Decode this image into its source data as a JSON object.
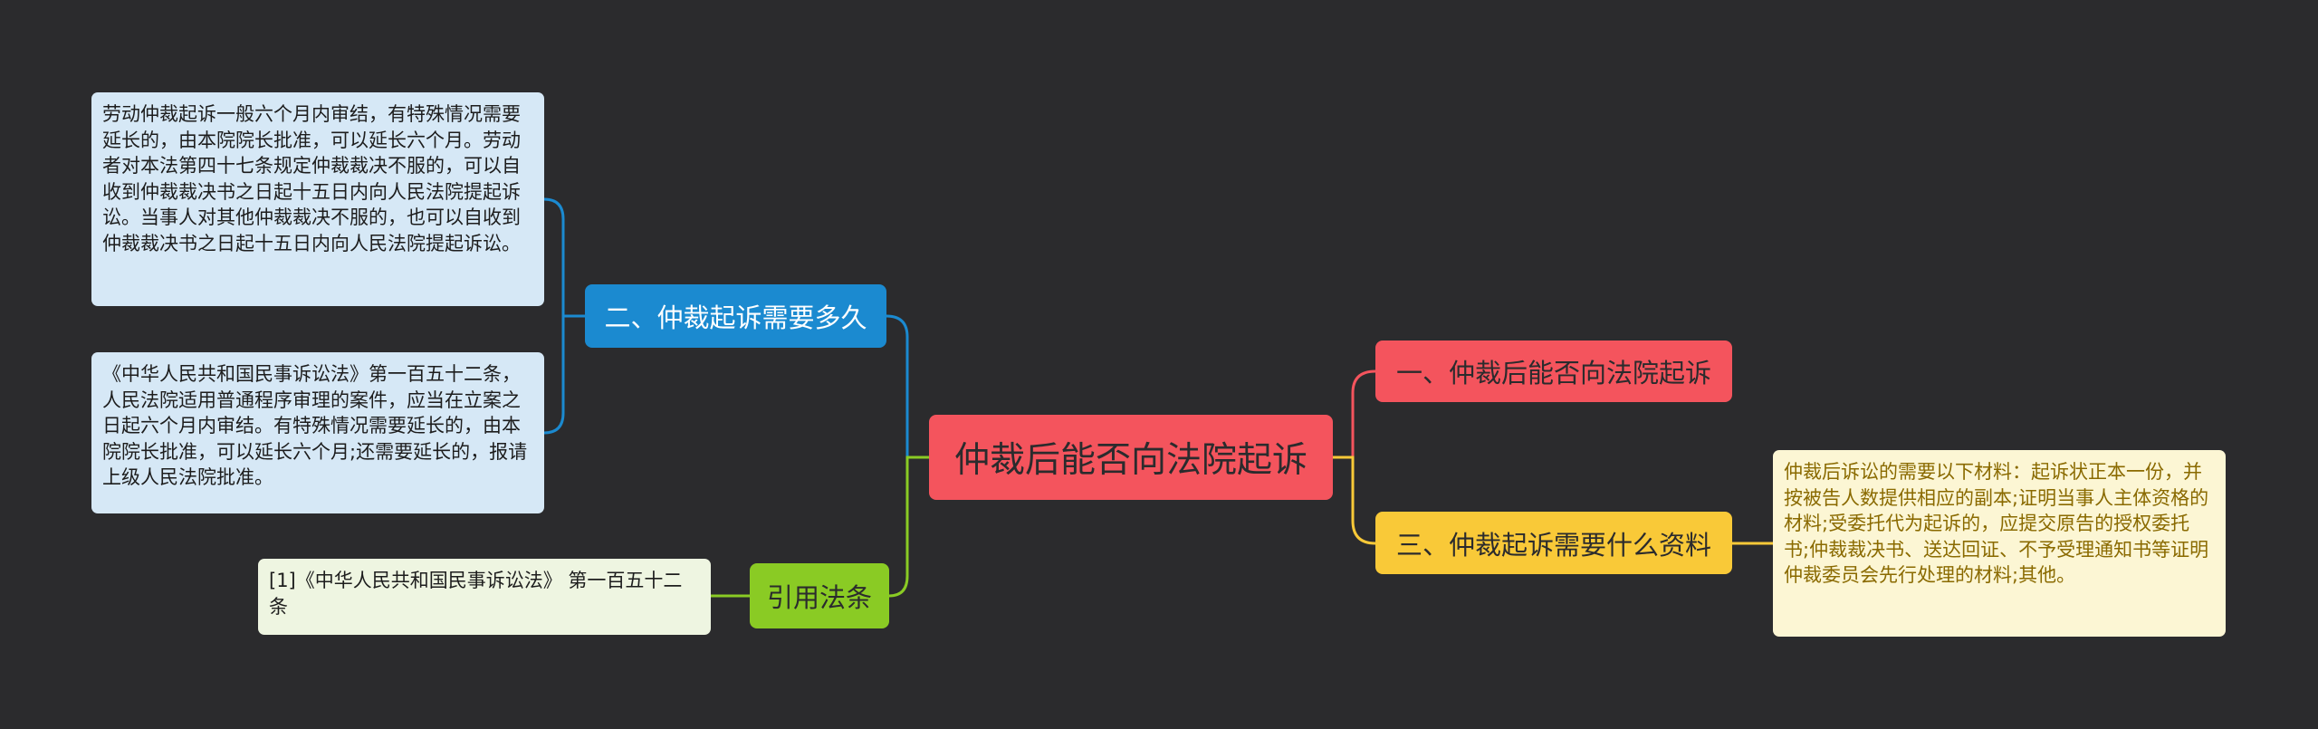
{
  "root": {
    "label": "仲裁后能否向法院起诉"
  },
  "branches": [
    {
      "id": "b1",
      "label": "一、仲裁后能否向法院起诉",
      "color": "#f4545d"
    },
    {
      "id": "b2",
      "label": "二、仲裁起诉需要多久",
      "color": "#1b8ad0"
    },
    {
      "id": "b3",
      "label": "三、仲裁起诉需要什么资料",
      "color": "#f9c938"
    },
    {
      "id": "b4",
      "label": "引用法条",
      "color": "#8acb24"
    }
  ],
  "leaves": [
    {
      "id": "l1",
      "text": "劳动仲裁起诉一般六个月内审结，有特殊情况需要延长的，由本院院长批准，可以延长六个月。劳动者对本法第四十七条规定仲裁裁决不服的，可以自收到仲裁裁决书之日起十五日内向人民法院提起诉讼。当事人对其他仲裁裁决不服的，也可以自收到仲裁裁决书之日起十五日内向人民法院提起诉讼。"
    },
    {
      "id": "l2",
      "text": "《中华人民共和国民事诉讼法》第一百五十二条，人民法院适用普通程序审理的案件，应当在立案之日起六个月内审结。有特殊情况需要延长的，由本院院长批准，可以延长六个月;还需要延长的，报请上级人民法院批准。"
    },
    {
      "id": "l3",
      "text": "仲裁后诉讼的需要以下材料：起诉状正本一份，并按被告人数提供相应的副本;证明当事人主体资格的材料;受委托代为起诉的，应提交原告的授权委托书;仲裁裁决书、送达回证、不予受理通知书等证明仲裁委员会先行处理的材料;其他。"
    },
    {
      "id": "l4",
      "text": "[1]《中华人民共和国民事诉讼法》 第一百五十二条"
    }
  ]
}
